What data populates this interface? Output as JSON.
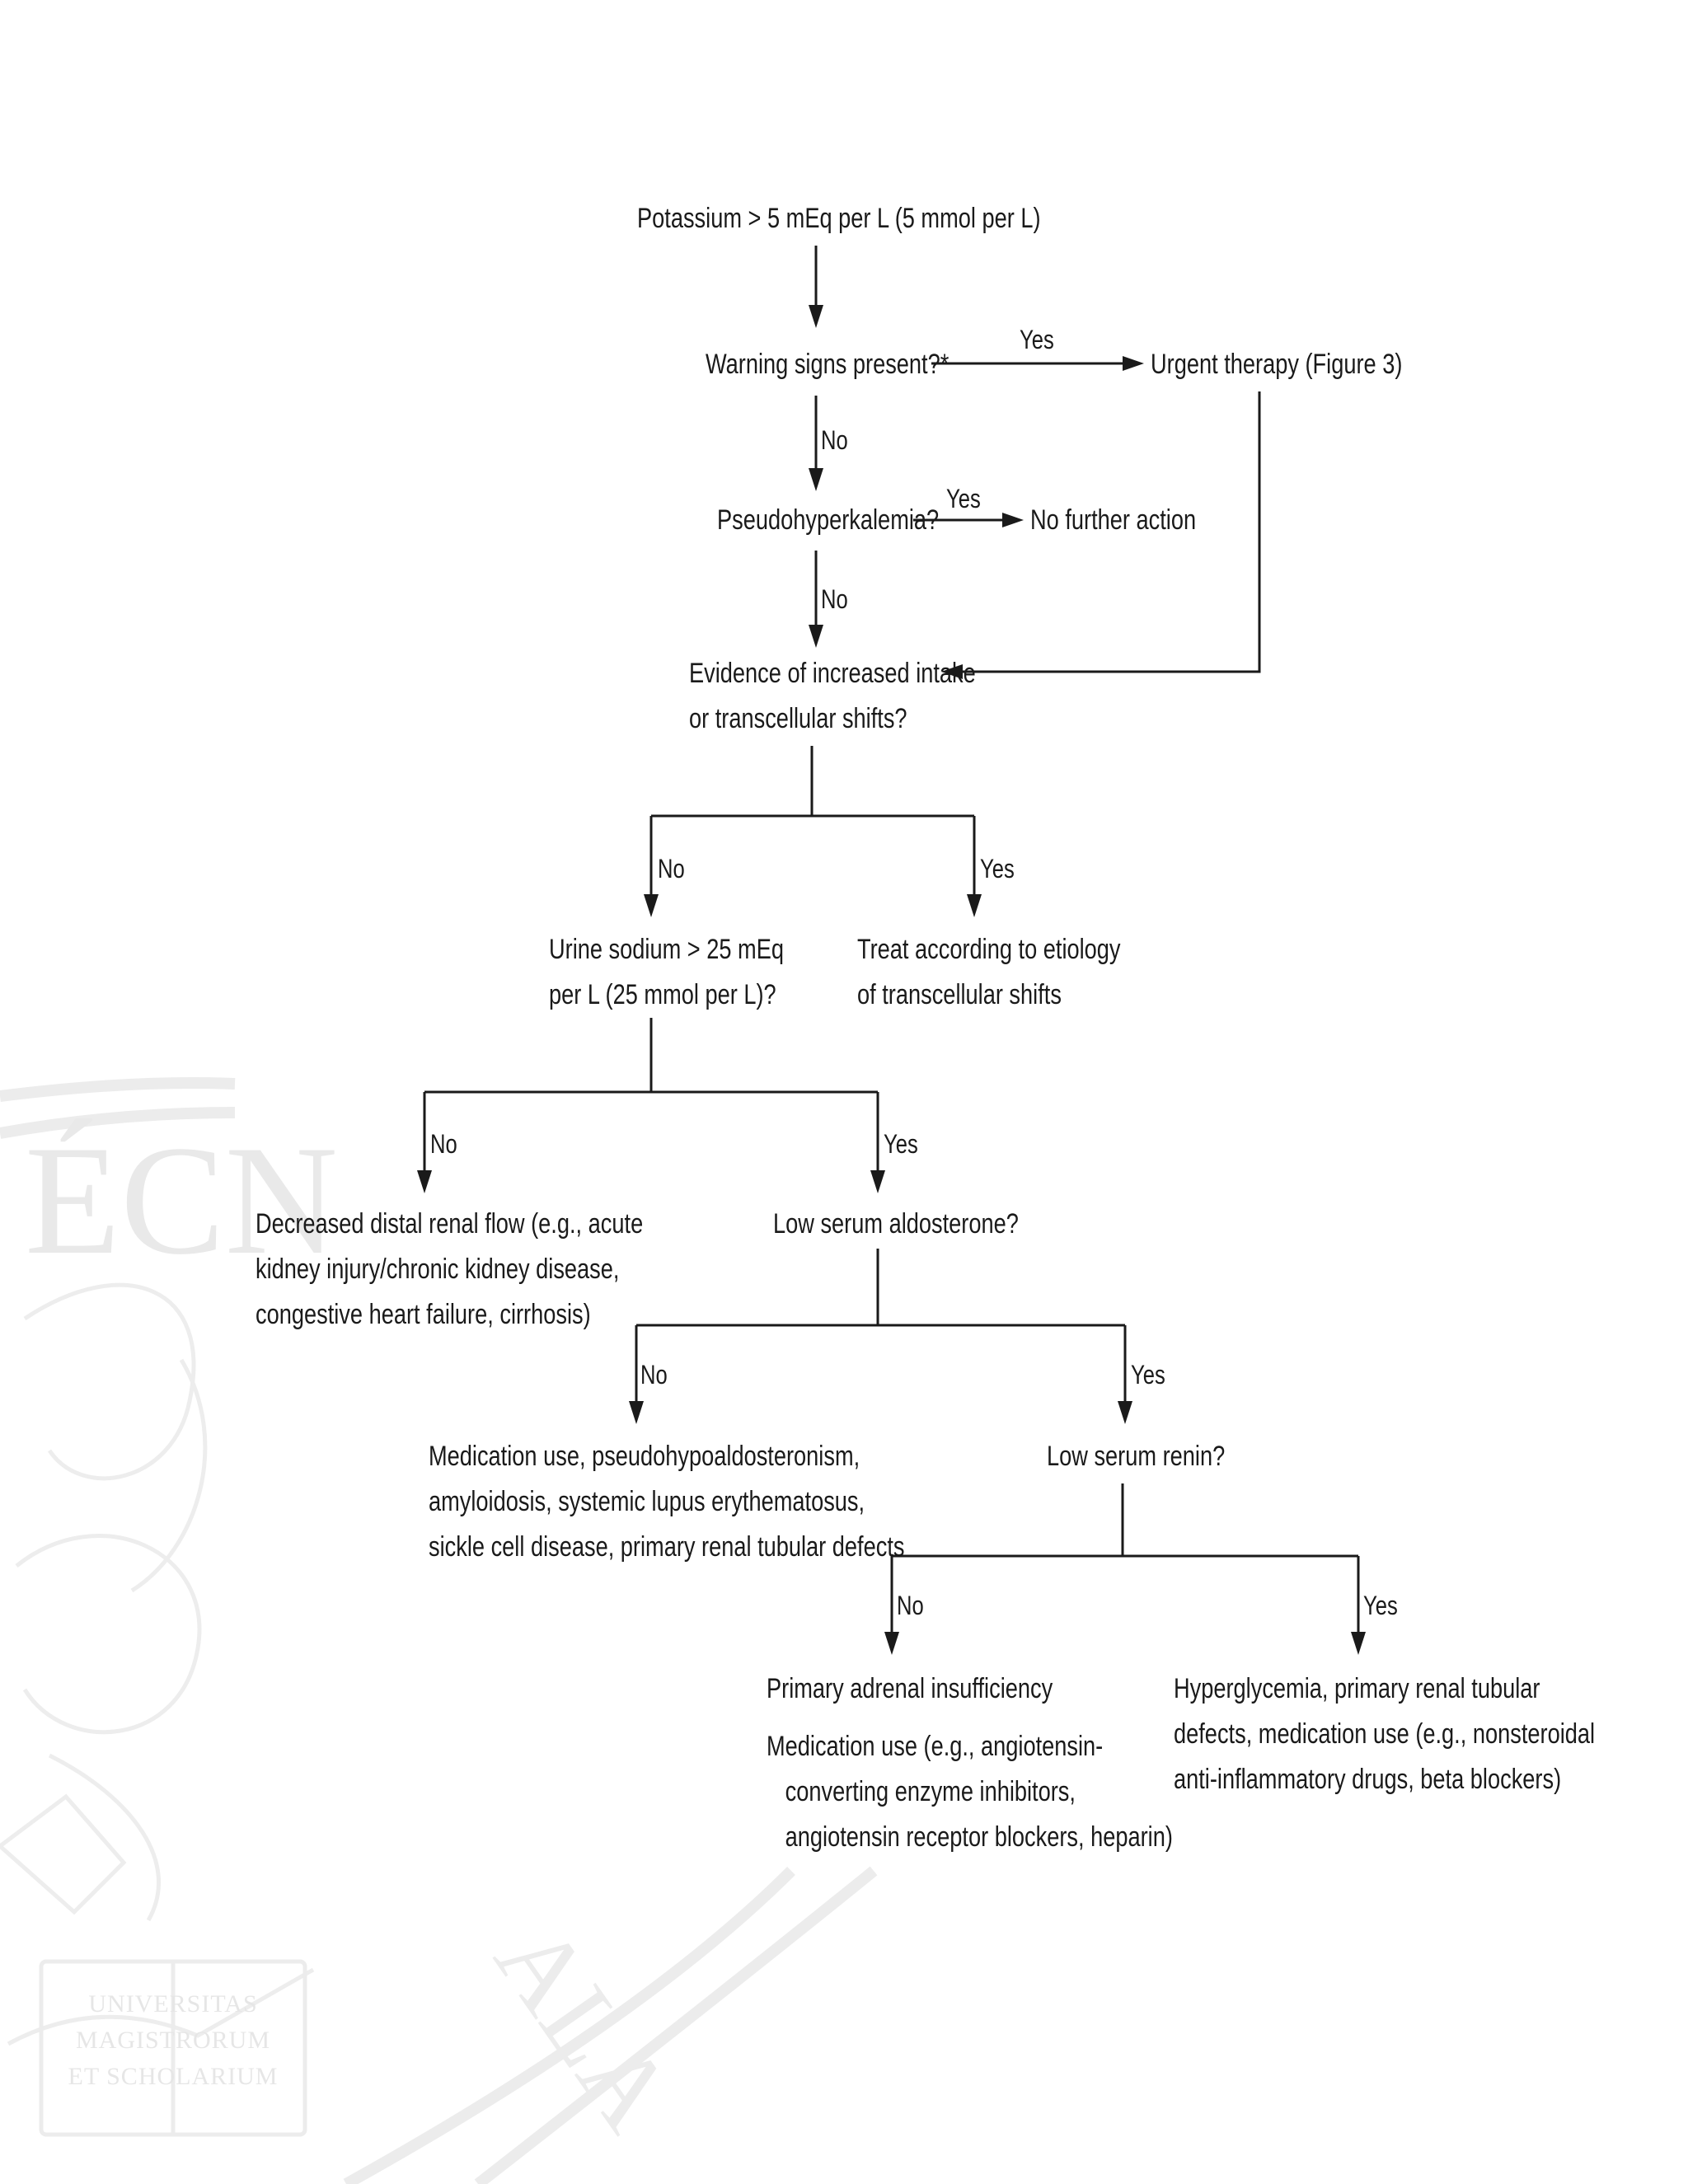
{
  "watermark": {
    "motto_lines": [
      "UNIVERSITAS",
      "MAGISTRORUM",
      "ET SCHOLARIUM"
    ]
  },
  "nodes": {
    "potassium": "Potassium > 5 mEq per L (5 mmol per L)",
    "warning_signs": "Warning signs present?*",
    "urgent_therapy": "Urgent therapy (Figure 3)",
    "pseudohyperkalemia": "Pseudohyperkalemia?",
    "no_further_action": "No further action",
    "evidence_intake": "Evidence of increased intake\nor transcellular shifts?",
    "urine_sodium": "Urine sodium > 25 mEq\nper L (25 mmol per L)?",
    "treat_etiology": "Treat according to etiology\nof transcellular shifts",
    "decreased_distal": "Decreased distal renal flow (e.g., acute\nkidney injury/chronic kidney disease,\ncongestive heart failure, cirrhosis)",
    "low_aldosterone": "Low serum aldosterone?",
    "medication_pseudo": "Medication use, pseudohypoaldosteronism,\namyloidosis, systemic lupus erythematosus,\nsickle cell disease, primary renal tubular defects",
    "low_renin": "Low serum renin?",
    "primary_adrenal": "Primary adrenal insufficiency",
    "medication_ace": "Medication use (e.g., angiotensin-\n   converting enzyme inhibitors,\n   angiotensin receptor blockers, heparin)",
    "hyperglycemia": "Hyperglycemia, primary renal tubular\ndefects, medication use (e.g., nonsteroidal\nanti-inflammatory drugs, beta blockers)"
  },
  "edge_labels": {
    "warning_yes": "Yes",
    "warning_no": "No",
    "pseudo_yes": "Yes",
    "pseudo_no": "No",
    "evidence_no": "No",
    "evidence_yes": "Yes",
    "urine_no": "No",
    "urine_yes": "Yes",
    "aldo_no": "No",
    "aldo_yes": "Yes",
    "renin_no": "No",
    "renin_yes": "Yes"
  },
  "colors": {
    "line": "#1a1a1a",
    "text": "#1a1a1a",
    "watermark": "#e6e6e6"
  }
}
